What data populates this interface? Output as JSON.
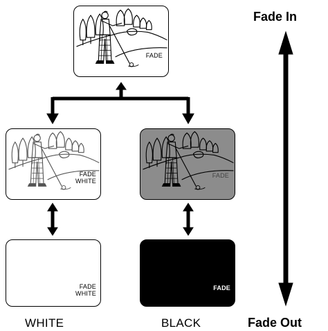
{
  "panels": {
    "fade": {
      "text": "FADE"
    },
    "fade_white_scene": {
      "line1": "FADE",
      "line2": "WHITE"
    },
    "fade_gray_scene": {
      "text": "FADE"
    },
    "fade_white_blank": {
      "line1": "FADE",
      "line2": "WHITE"
    },
    "fade_black_blank": {
      "text": "FADE"
    }
  },
  "captions": {
    "white": "WHITE",
    "black": "BLACK"
  },
  "side": {
    "fade_in": "Fade In",
    "fade_out": "Fade Out"
  },
  "colors": {
    "gray_panel": "#8c8c8c",
    "black_panel": "#000000",
    "white_panel": "#ffffff"
  }
}
